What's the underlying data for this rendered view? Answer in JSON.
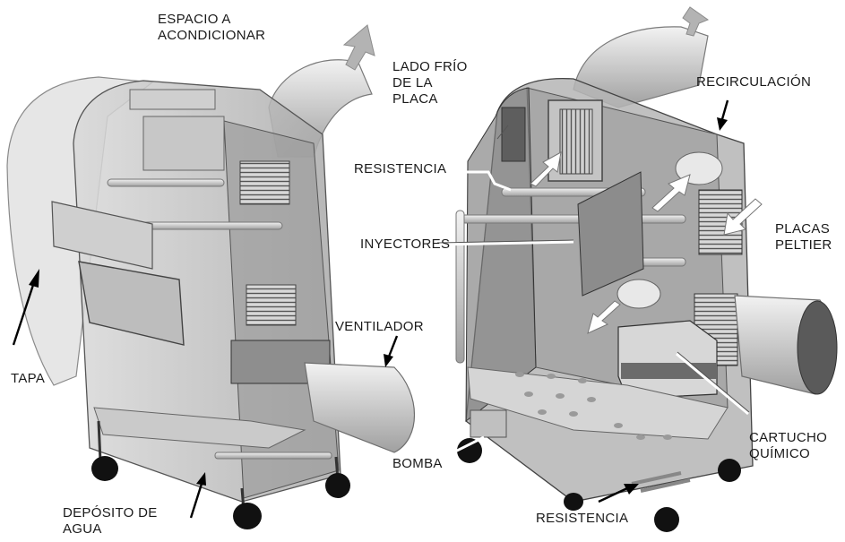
{
  "labels": {
    "espacio": "ESPACIO A\nACONDICIONAR",
    "lado_frio": "LADO FRÍO\nDE LA\nPLACA",
    "recirculacion": "RECIRCULACIÓN",
    "resistencia_top": "RESISTENCIA",
    "inyectores": "INYECTORES",
    "placas": "PLACAS\nPELTIER",
    "ventilador": "VENTILADOR",
    "tapa": "TAPA",
    "cartucho": "CARTUCHO\nQUÍMICO",
    "bomba": "BOMBA",
    "deposito": "DEPÓSITO DE\nAGUA",
    "resistencia_bottom": "RESISTENCIA"
  },
  "colors": {
    "body_glass": "#bdbdbd",
    "dark_edge": "#3c3c3c",
    "light_fill": "#e4e4e4",
    "arrow_white": "#ffffff",
    "arrow_gray": "#a8a8a8",
    "text": "#1a1a1a"
  }
}
